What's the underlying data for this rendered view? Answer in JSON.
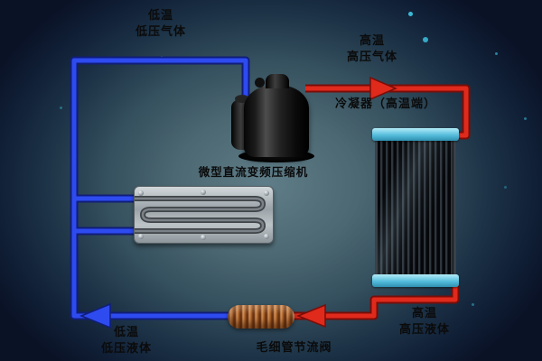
{
  "diagram": {
    "top_left": {
      "line1": "低温",
      "line2": "低压气体"
    },
    "top_right": {
      "line1": "高温",
      "line2": "高压气体"
    },
    "condenser_label": "冷凝器（高温端）",
    "compressor_label": "微型直流变频压缩机",
    "capillary_label": "毛细管节流阀",
    "bottom_left": {
      "line1": "低温",
      "line2": "低压液体"
    },
    "bottom_right": {
      "line1": "高温",
      "line2": "高压液体"
    },
    "colors": {
      "hot_pipe": "#e02a1c",
      "hot_pipe_edge": "#7a0d08",
      "cold_pipe": "#2e4bf0",
      "cold_pipe_edge": "#101e7a",
      "condenser_header": "#55bddb",
      "copper_coil": "#a35b22",
      "background_center": "#5f7d88",
      "background_edge": "#0a1226"
    }
  }
}
